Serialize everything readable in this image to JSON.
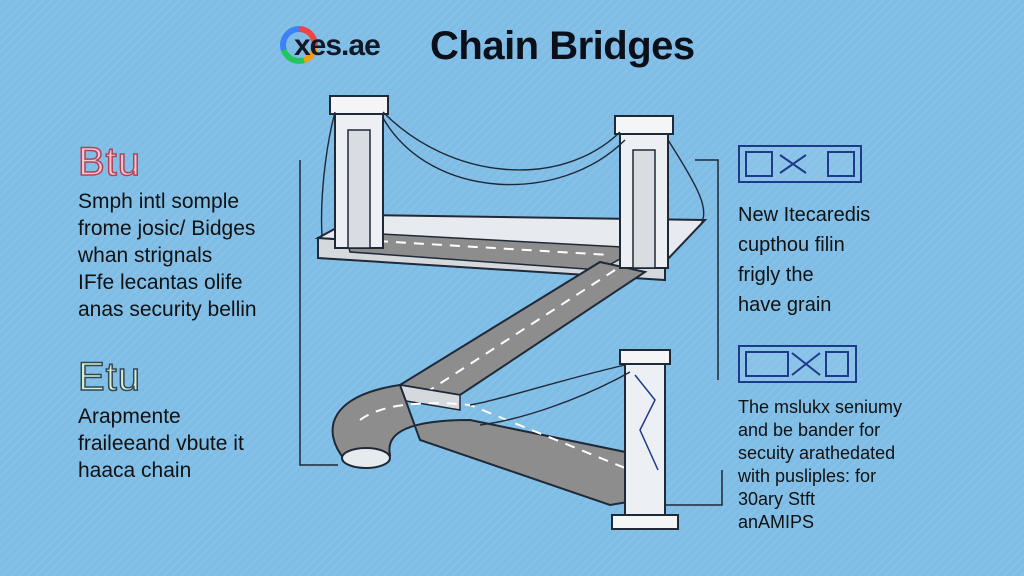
{
  "header": {
    "logo_text": "xes.ae",
    "title": "Chain Bridges"
  },
  "left_top": {
    "heading": "Btu",
    "lines": [
      "Smph intl somple",
      "frome josic/ Bidges",
      "whan strignals",
      "IFfe lecantas olife",
      "anas security bellin"
    ]
  },
  "left_bottom": {
    "heading": "Etu",
    "lines": [
      "Arapmente",
      "fraileeand vbute it",
      "haaca chain"
    ]
  },
  "right_top": {
    "lines": [
      "New Itecaredis",
      "cupthou filin",
      "frigly the",
      "have grain"
    ]
  },
  "right_bottom": {
    "lines": [
      "The mslukx seniumy",
      "and be bander for",
      "secuity arathedated",
      "with pusliples: for",
      "30ary Stft",
      "anAMIPS"
    ]
  },
  "icons": {
    "left_logo_icon": "color-ring",
    "right_top_icon": "chain-icon",
    "right_bottom_icon": "cross-icon"
  },
  "colors": {
    "background": "#7fbde6",
    "road": "#8d8d8d",
    "tower": "#eceff3",
    "outline": "#1f2937",
    "icon_blue": "#1e3a8a"
  }
}
